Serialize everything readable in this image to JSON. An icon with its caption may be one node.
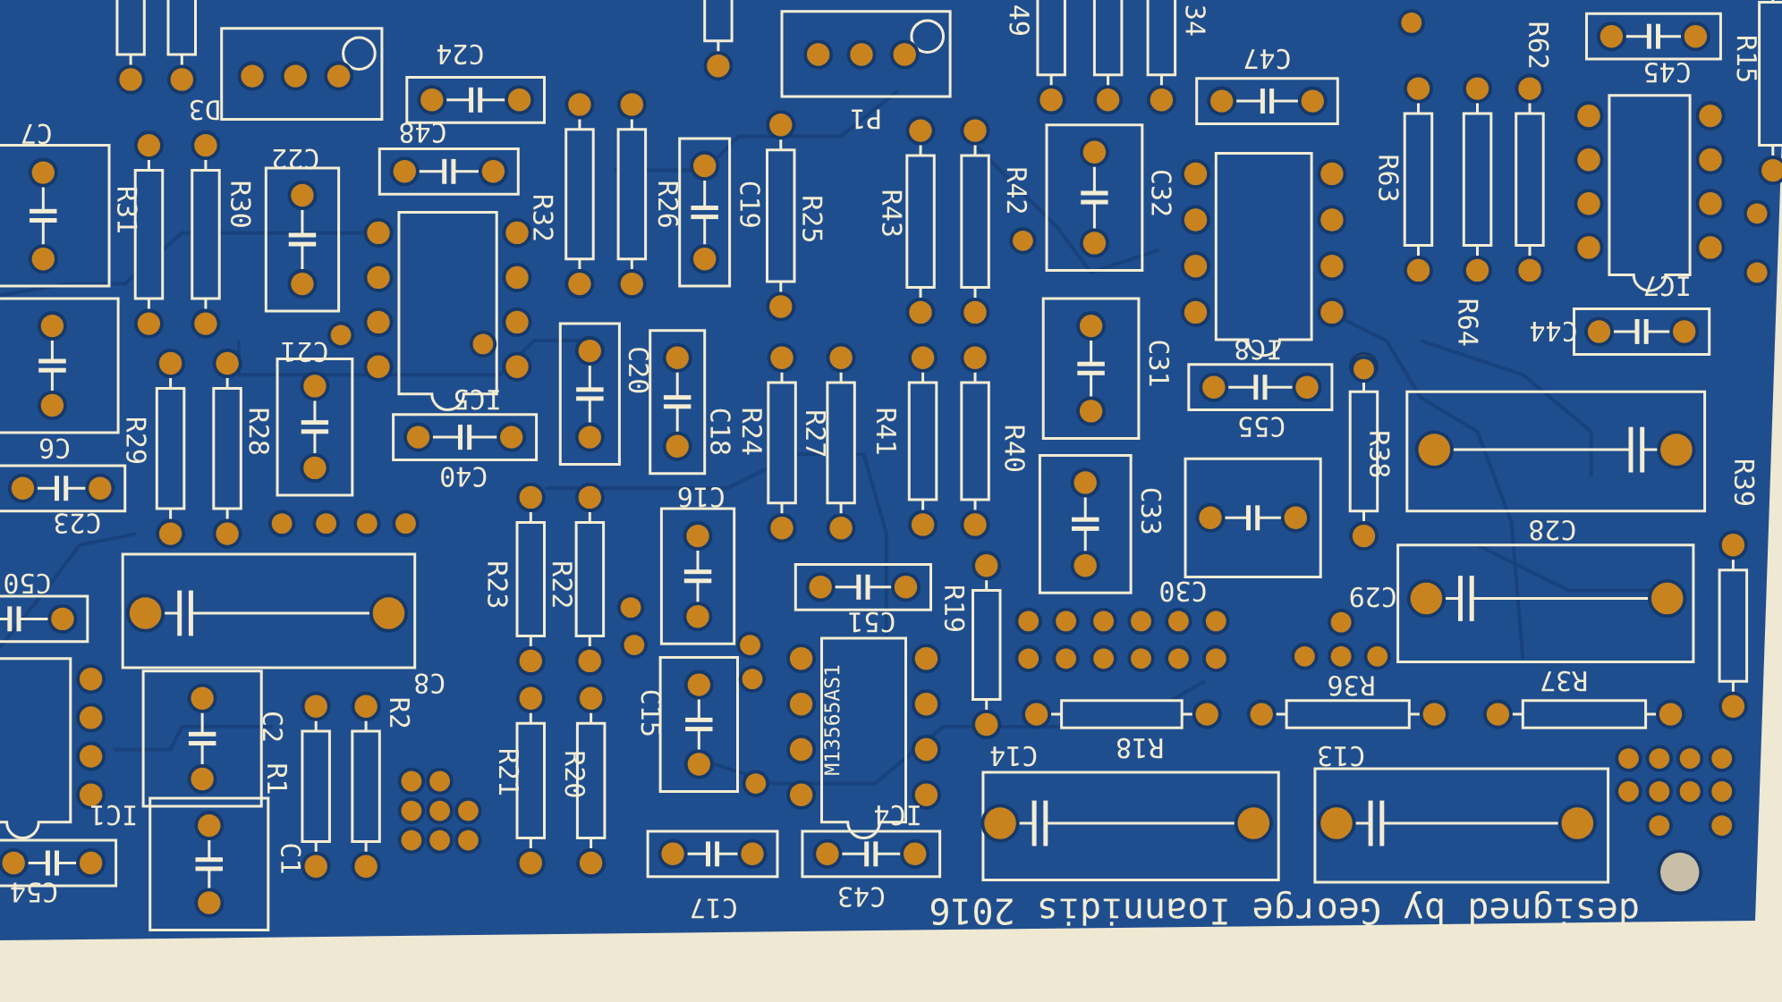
{
  "diagram": {
    "labels": [
      "49",
      "34",
      "C24",
      "R62",
      "C47",
      "R15",
      "C45",
      "D3",
      "P1",
      "C7",
      "C48",
      "C22",
      "R42",
      "C32",
      "R63",
      "R31",
      "R30",
      "R32",
      "R26",
      "C19",
      "R25",
      "R43",
      "IC7",
      "R64",
      "C44",
      "C21",
      "C20",
      "IC8",
      "C31",
      "IC5",
      "C55",
      "R29",
      "R28",
      "C18",
      "R24",
      "R27",
      "R41",
      "R40",
      "C6",
      "R38",
      "C40",
      "R39",
      "C16",
      "C33",
      "C23",
      "C28",
      "R23",
      "R22",
      "C50",
      "C30",
      "C29",
      "R19",
      "C51",
      "C8",
      "R36",
      "R37",
      "C15",
      "M13565AS1",
      "C2",
      "R2",
      "C14",
      "R18",
      "C13",
      "R1",
      "R21",
      "R20",
      "IC1",
      "IC4",
      "C1",
      "C54",
      "C43",
      "C17",
      "designed by George Ioannidis 2016"
    ]
  }
}
